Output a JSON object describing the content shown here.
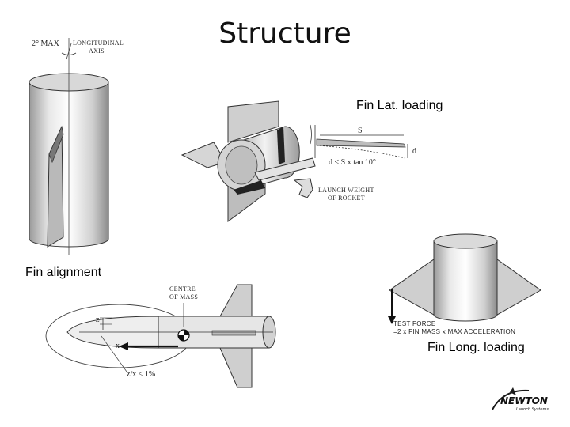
{
  "slide": {
    "title": "Structure",
    "captions": {
      "fin_alignment": "Fin alignment",
      "fin_lat_loading": "Fin Lat. loading",
      "fin_long_loading": "Fin Long. loading"
    }
  },
  "figure_alignment": {
    "max_angle": "2° MAX",
    "axis_label_1": "LONGITUDINAL",
    "axis_label_2": "AXIS"
  },
  "figure_lateral": {
    "span_label": "S",
    "deflection_label": "d",
    "formula": "d < S x tan 10°",
    "weight_label_1": "LAUNCH WEIGHT",
    "weight_label_2": "OF ROCKET"
  },
  "figure_mass": {
    "centre_label_1": "CENTRE",
    "centre_label_2": "OF MASS",
    "z_label": "z",
    "x_label": "x",
    "ratio_label": "z/x < 1%"
  },
  "figure_longitudinal": {
    "test_force_1": "TEST FORCE",
    "test_force_2": "=2 x FIN MASS x MAX ACCELERATION"
  },
  "logo": {
    "name": "NEWTON",
    "subtitle": "Launch Systems"
  }
}
